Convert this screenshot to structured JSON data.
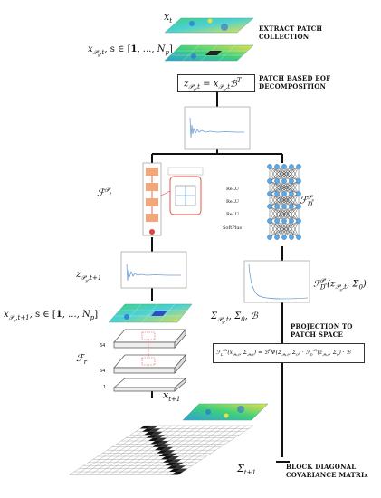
{
  "labels": {
    "x_t": "x_t",
    "x_patch": "x_{P_s,t}, s ∈ [1,...,N_p]",
    "eof_eq": "z_{P_s,t} = x_{P_s,t} B^T",
    "f_ps": "F^{P_s}",
    "fd_ps": "F_D^{P_s}",
    "z_next": "z_{P_s,t+1}",
    "fd_eq": "F_D^{P_s}(z_{P_s,t}, Σ_0)",
    "x_patch_next": "x_{P_s,t+1}, s ∈ [1,...,N_p]",
    "sigma_ps": "Σ_{P_s,t}, Σ_0, B",
    "f_r": "F_r",
    "fl_eq": "F_L^{P_s}(x_{P_s,t}, Σ_{P_s,t}) = B^T Ψ(Σ_{P_s,t}, Σ_0) · F_D^{P_s}(z_{P_s,t}, Σ_0) · B",
    "x_next": "x_{t+1}",
    "sigma_next": "Σ_{t+1}"
  },
  "captions": {
    "extract": [
      "EXTRACT PATCH",
      "COLLECTION"
    ],
    "eof": [
      "PATCH BASED EOF",
      "DECOMPOSITION"
    ],
    "projection": [
      "PROJECTION TO",
      "PATCH SPACE"
    ],
    "covariance": [
      "BLOCK DIAGONAL",
      "COVARIANCE MATRIx"
    ]
  },
  "network": {
    "layers": [
      "ReLU",
      "ReLU",
      "ReLU",
      "SoftPlus"
    ]
  },
  "stack": {
    "sizes": [
      "64",
      "64",
      "1"
    ]
  },
  "colors": {
    "field_blue": "#2f6fd8",
    "field_green": "#3fcf7a",
    "field_yellow": "#e8e04a",
    "field_cyan": "#4ad0d6",
    "network_node": "#5aa9e6",
    "lstm_orange": "#f2a67a",
    "lstm_red": "#e0433b",
    "curve_blue": "#6aa0d8"
  },
  "icons": [
    "field-map-icon",
    "spectrum-plot-icon",
    "lstm-cell-icon",
    "dense-network-icon",
    "conv-stack-icon",
    "covariance-matrix-icon"
  ]
}
